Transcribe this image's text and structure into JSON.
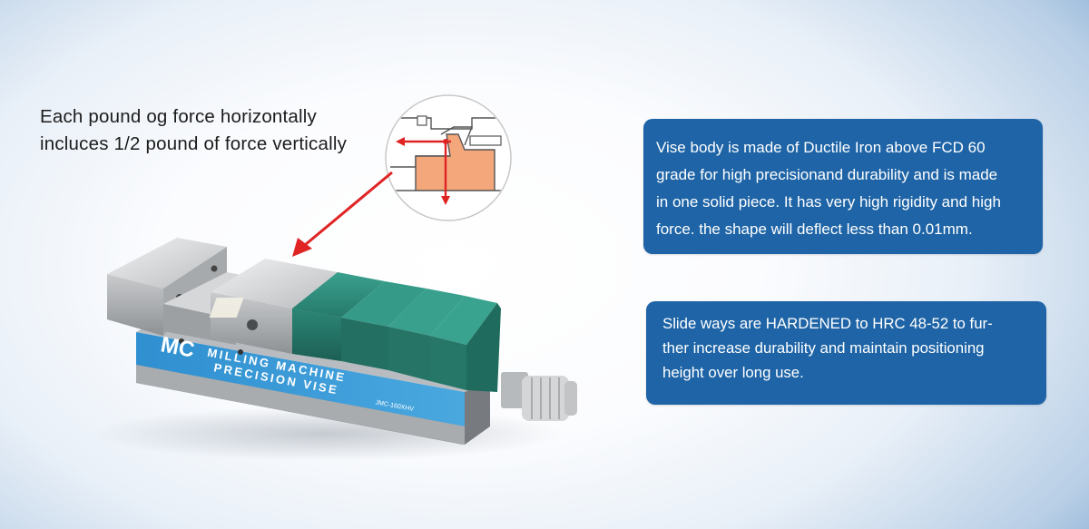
{
  "caption": {
    "line1": "Each pound og force horizontally",
    "line2": "incluces 1/2 pound of force vertically"
  },
  "info_boxes": [
    {
      "lines": [
        "Vise body is made of Ductile Iron above FCD 60",
        "grade for high precisionand durability and is made",
        "in one solid piece. It has very high rigidity and high",
        "force. the shape will deflect less than 0.01mm."
      ]
    },
    {
      "lines": [
        "Slide ways are HARDENED to HRC 48-52 to fur-",
        "ther increase durability and maintain positioning",
        "height over long use."
      ]
    }
  ],
  "vise_label": {
    "brand": "MC",
    "line1": "MILLING MACHINE",
    "line2": "PRECISION VISE",
    "model": "JMC-160XHV"
  },
  "colors": {
    "box_blue": "#1e64a6",
    "label_blue": "#3a9ad6",
    "guard_green": "#2e8a7a",
    "arrow_red": "#e02424",
    "jaw_orange": "#f4a77a"
  }
}
